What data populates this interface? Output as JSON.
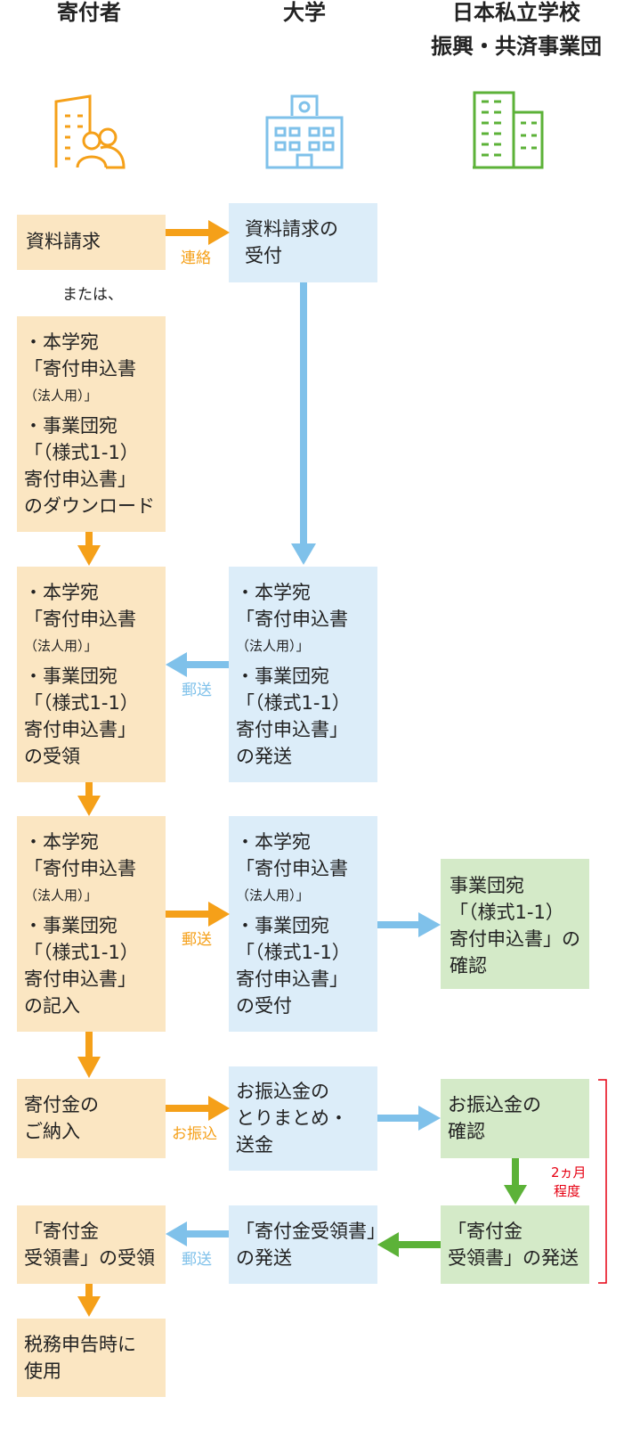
{
  "headers": {
    "donor": "寄付者",
    "university": "大学",
    "foundation_line1": "日本私立学校",
    "foundation_line2": "振興・共済事業団"
  },
  "colors": {
    "orange": "#f5a019",
    "blue": "#7fc1ea",
    "green": "#5cb238",
    "red": "#e60012"
  },
  "icons": {
    "donor": "office-building-with-people-icon",
    "university": "university-building-icon",
    "foundation": "office-buildings-icon"
  },
  "boxes": {
    "request": [
      "資料請求"
    ],
    "request_receive": [
      "資料請求の",
      "受付"
    ],
    "or_text": "または、",
    "download": [
      "・本学宛",
      "「寄付申込書",
      "（法人用）」",
      "・事業団宛",
      "「（様式1-1）",
      "寄付申込書」",
      "のダウンロード"
    ],
    "receive_forms": [
      "・本学宛",
      "「寄付申込書",
      "（法人用）」",
      "・事業団宛",
      "「（様式1-1）",
      "寄付申込書」",
      "の受領"
    ],
    "send_forms": [
      "・本学宛",
      "「寄付申込書",
      "（法人用）」",
      "・事業団宛",
      "「（様式1-1）",
      "寄付申込書」",
      "の発送"
    ],
    "fill_forms": [
      "・本学宛",
      "「寄付申込書",
      "（法人用）」",
      "・事業団宛",
      "「（様式1-1）",
      "寄付申込書」",
      "の記入"
    ],
    "accept_forms": [
      "・本学宛",
      "「寄付申込書",
      "（法人用）」",
      "・事業団宛",
      "「（様式1-1）",
      "寄付申込書」",
      "の受付"
    ],
    "confirm_form": [
      "事業団宛",
      "「（様式1-1）",
      "寄付申込書」の",
      "確認"
    ],
    "pay": [
      "寄付金の",
      "ご納入"
    ],
    "collect": [
      "お振込金の",
      "とりまとめ・",
      "送金"
    ],
    "confirm_transfer": [
      "お振込金の",
      "確認"
    ],
    "receive_receipt": [
      "「寄付金",
      "受領書」の受領"
    ],
    "send_receipt_univ": [
      "「寄付金受領書」",
      "の発送"
    ],
    "send_receipt_foundation": [
      "「寄付金",
      "受領書」の発送"
    ],
    "tax": [
      "税務申告時に",
      "使用"
    ]
  },
  "labels": {
    "contact": "連絡",
    "mail_back": "郵送",
    "mail_forward": "郵送",
    "transfer": "お振込",
    "mail_receipt": "郵送",
    "duration_line1": "2ヵ月",
    "duration_line2": "程度"
  }
}
